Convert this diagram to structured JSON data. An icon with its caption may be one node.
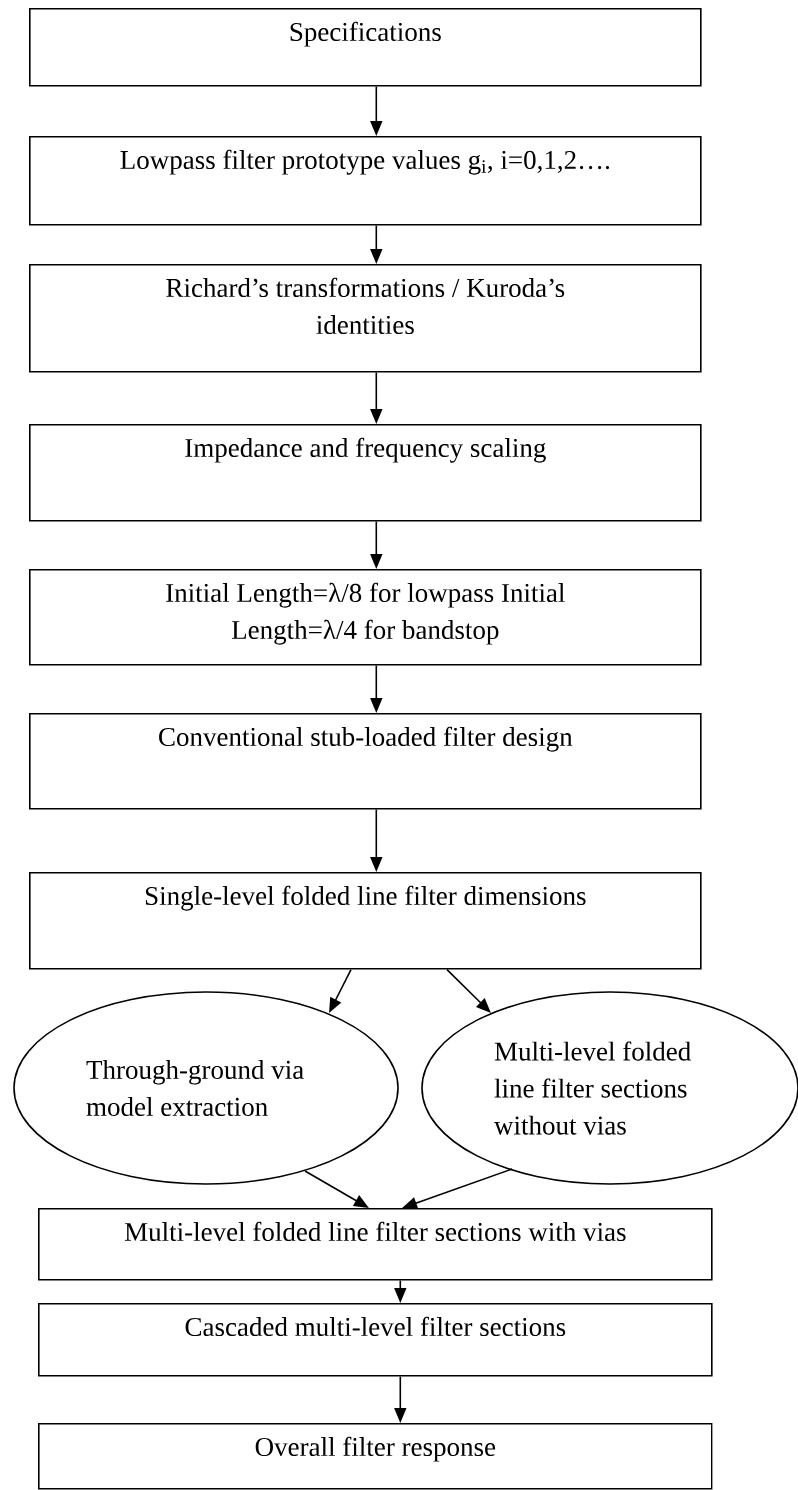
{
  "diagram": {
    "nodes": [
      {
        "text": [
          "Specifications"
        ]
      },
      {
        "text": [
          "Lowpass filter prototype values g$_{i}$, i=0,1,2…."
        ]
      },
      {
        "text": [
          "Richard’s transformations / Kuroda’s identities"
        ]
      },
      {
        "text": [
          "Impedance and frequency scaling"
        ]
      },
      {
        "text": [
          "Initial Length=λ/8 for lowpass Initial Length=λ/4 for bandstop"
        ]
      },
      {
        "text": [
          "Conventional stub-loaded filter design"
        ]
      },
      {
        "text": [
          "Single-level folded line filter dimensions"
        ]
      },
      {
        "text": [
          "Through-ground via model extraction"
        ]
      },
      {
        "text": [
          "Multi-level folded line filter sections without vias"
        ]
      },
      {
        "text": [
          "Multi-level folded line filter sections with vias"
        ]
      },
      {
        "text": [
          "Cascaded multi-level filter sections"
        ]
      },
      {
        "text": [
          "Overall filter response"
        ]
      }
    ],
    "edges": [
      {
        "from": 0,
        "to": 1,
        "arrow": "to"
      },
      {
        "from": 1,
        "to": 2,
        "arrow": "to"
      },
      {
        "from": 2,
        "to": 3,
        "arrow": "to"
      },
      {
        "from": 3,
        "to": 4,
        "arrow": "to"
      },
      {
        "from": 4,
        "to": 5,
        "arrow": "to"
      },
      {
        "from": 5,
        "to": 6,
        "arrow": "to"
      },
      {
        "from": 6,
        "to": 7,
        "arrow": "to"
      },
      {
        "from": 6,
        "to": 8,
        "arrow": "to"
      },
      {
        "from": 7,
        "to": 9,
        "arrow": "to"
      },
      {
        "from": 8,
        "to": 9,
        "arrow": "to"
      },
      {
        "from": 9,
        "to": 10,
        "arrow": "to"
      },
      {
        "from": 10,
        "to": 11,
        "arrow": "to"
      }
    ]
  }
}
